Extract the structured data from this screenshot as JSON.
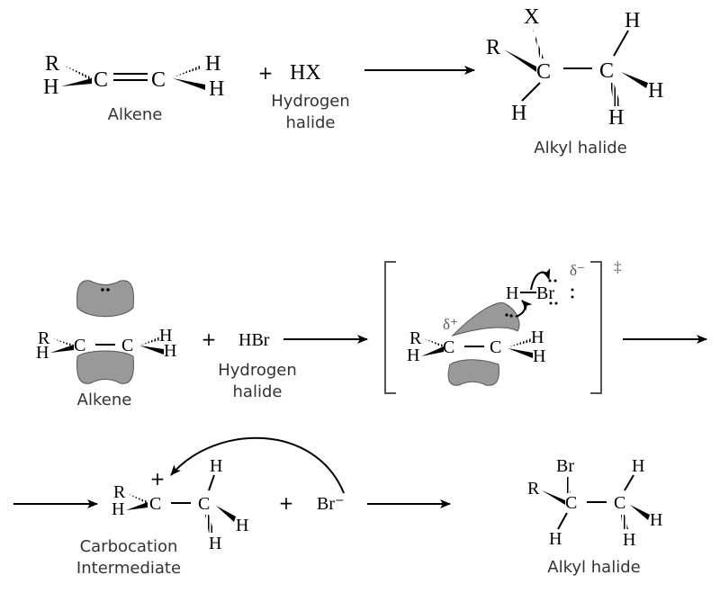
{
  "reaction1": {
    "reactant": {
      "r": "R",
      "h1": "H",
      "c1": "C",
      "c2": "C",
      "h2": "H",
      "h3": "H",
      "label": "Alkene"
    },
    "plus": "+",
    "reagent": {
      "formula": "HX",
      "label_line1": "Hydrogen",
      "label_line2": "halide"
    },
    "product": {
      "x": "X",
      "r": "R",
      "c1": "C",
      "h1": "H",
      "c2": "C",
      "h2": "H",
      "h3": "H",
      "h4": "H",
      "label": "Alkyl halide"
    }
  },
  "mechanism": {
    "alkene": {
      "r": "R",
      "h1": "H",
      "c1": "C",
      "c2": "C",
      "h2": "H",
      "h3": "H",
      "label": "Alkene"
    },
    "plus": "+",
    "reagent": {
      "formula": "HBr",
      "label_line1": "Hydrogen",
      "label_line2": "halide"
    },
    "transition_state": {
      "h_top": "H",
      "br": "Br",
      "delta_minus": "δ⁻",
      "delta_plus": "δ⁺",
      "double_dagger": "‡",
      "r": "R",
      "h1": "H",
      "c1": "C",
      "c2": "C",
      "h2": "H",
      "h3": "H"
    },
    "carbocation": {
      "r": "R",
      "h1": "H",
      "c1": "C",
      "charge": "+",
      "c2": "C",
      "h2": "H",
      "h3": "H",
      "h4": "H",
      "label_line1": "Carbocation",
      "label_line2": "Intermediate"
    },
    "plus2": "+",
    "bromide": "Br⁻",
    "product": {
      "br": "Br",
      "r": "R",
      "c1": "C",
      "h1": "H",
      "c2": "C",
      "h2": "H",
      "h3": "H",
      "h4": "H",
      "label": "Alkyl halide"
    }
  },
  "colors": {
    "orbital_fill": "#999999",
    "label_text": "#333333"
  }
}
